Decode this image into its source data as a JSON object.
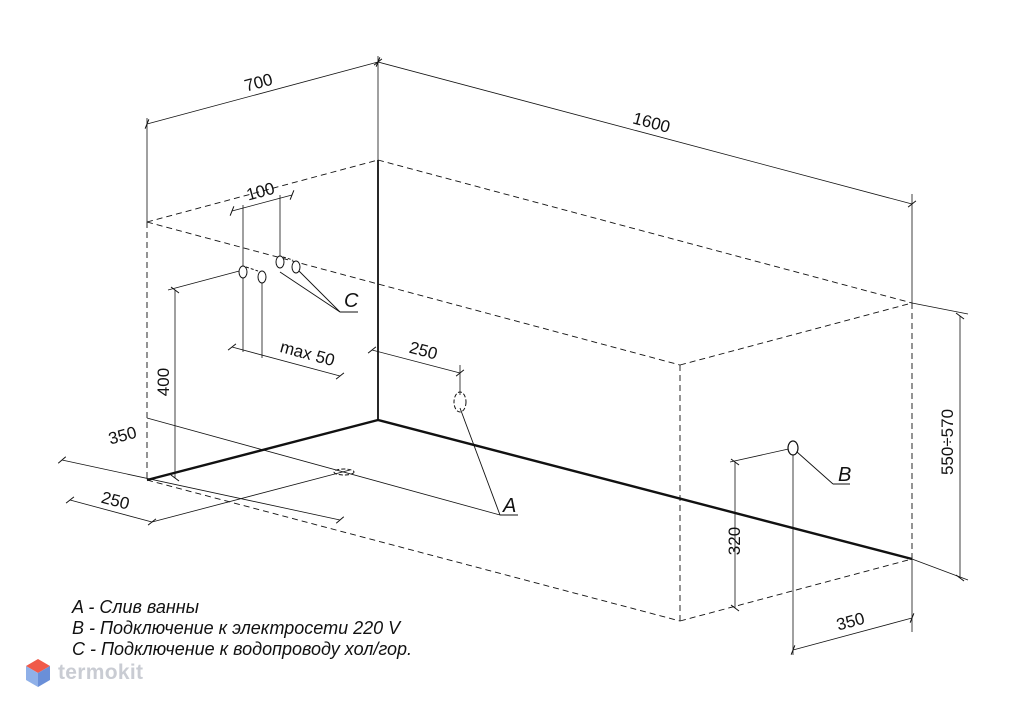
{
  "dimensions": {
    "depth": "700",
    "length": "1600",
    "pipe_spacing": "100",
    "pipe_max": "max 50",
    "drain_offset": "250",
    "height_400": "400",
    "left_350": "350",
    "left_250": "250",
    "height_range": "550÷570",
    "socket_height": "320",
    "socket_offset": "350"
  },
  "callouts": {
    "a": "A",
    "b": "B",
    "c": "C"
  },
  "legend": {
    "a": "A - Слив ванны",
    "b": "B - Подключение к электросети 220 V",
    "c": "C - Подключение к водопроводу хол/гор."
  },
  "brand": {
    "name": "termokit",
    "colors": {
      "top": "#f05a4a",
      "left": "#8fb0e8",
      "right": "#6a8fd8"
    }
  },
  "colors": {
    "line": "#111111"
  }
}
